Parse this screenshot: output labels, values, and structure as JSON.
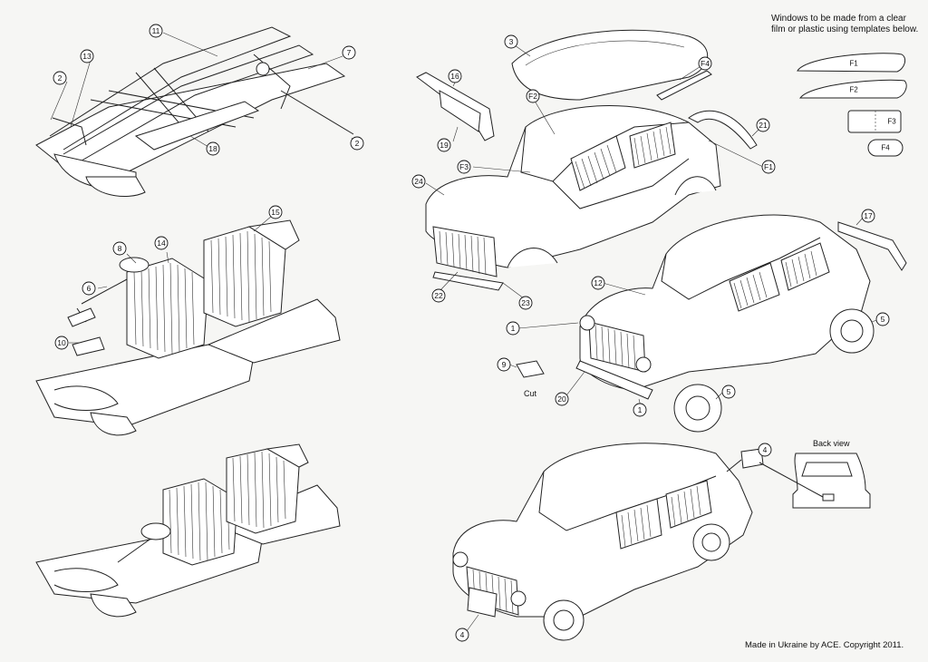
{
  "windows_note": {
    "line1": "Windows to be made from a clear",
    "line2": "film or plastic using templates below."
  },
  "templates": [
    "F1",
    "F2",
    "F3",
    "F4"
  ],
  "inline_labels": {
    "cut": "Cut",
    "back_view": "Back view"
  },
  "callouts": {
    "c2a": "2",
    "c2b": "2",
    "c7": "7",
    "c11": "11",
    "c13": "13",
    "c18": "18",
    "c6": "6",
    "c8": "8",
    "c10": "10",
    "c14": "14",
    "c15": "15",
    "c3": "3",
    "c16": "16",
    "c19": "19",
    "c24": "24",
    "c22": "22",
    "c23": "23",
    "cF2": "F2",
    "cF3": "F3",
    "cF4": "F4",
    "cF1": "F1",
    "c21": "21",
    "c17": "17",
    "c12": "12",
    "c1a": "1",
    "c1b": "1",
    "c5a": "5",
    "c5b": "5",
    "c9": "9",
    "c20": "20",
    "c4a": "4",
    "c4b": "4"
  },
  "footer": "Made in Ukraine by ACE. Copyright 2011."
}
